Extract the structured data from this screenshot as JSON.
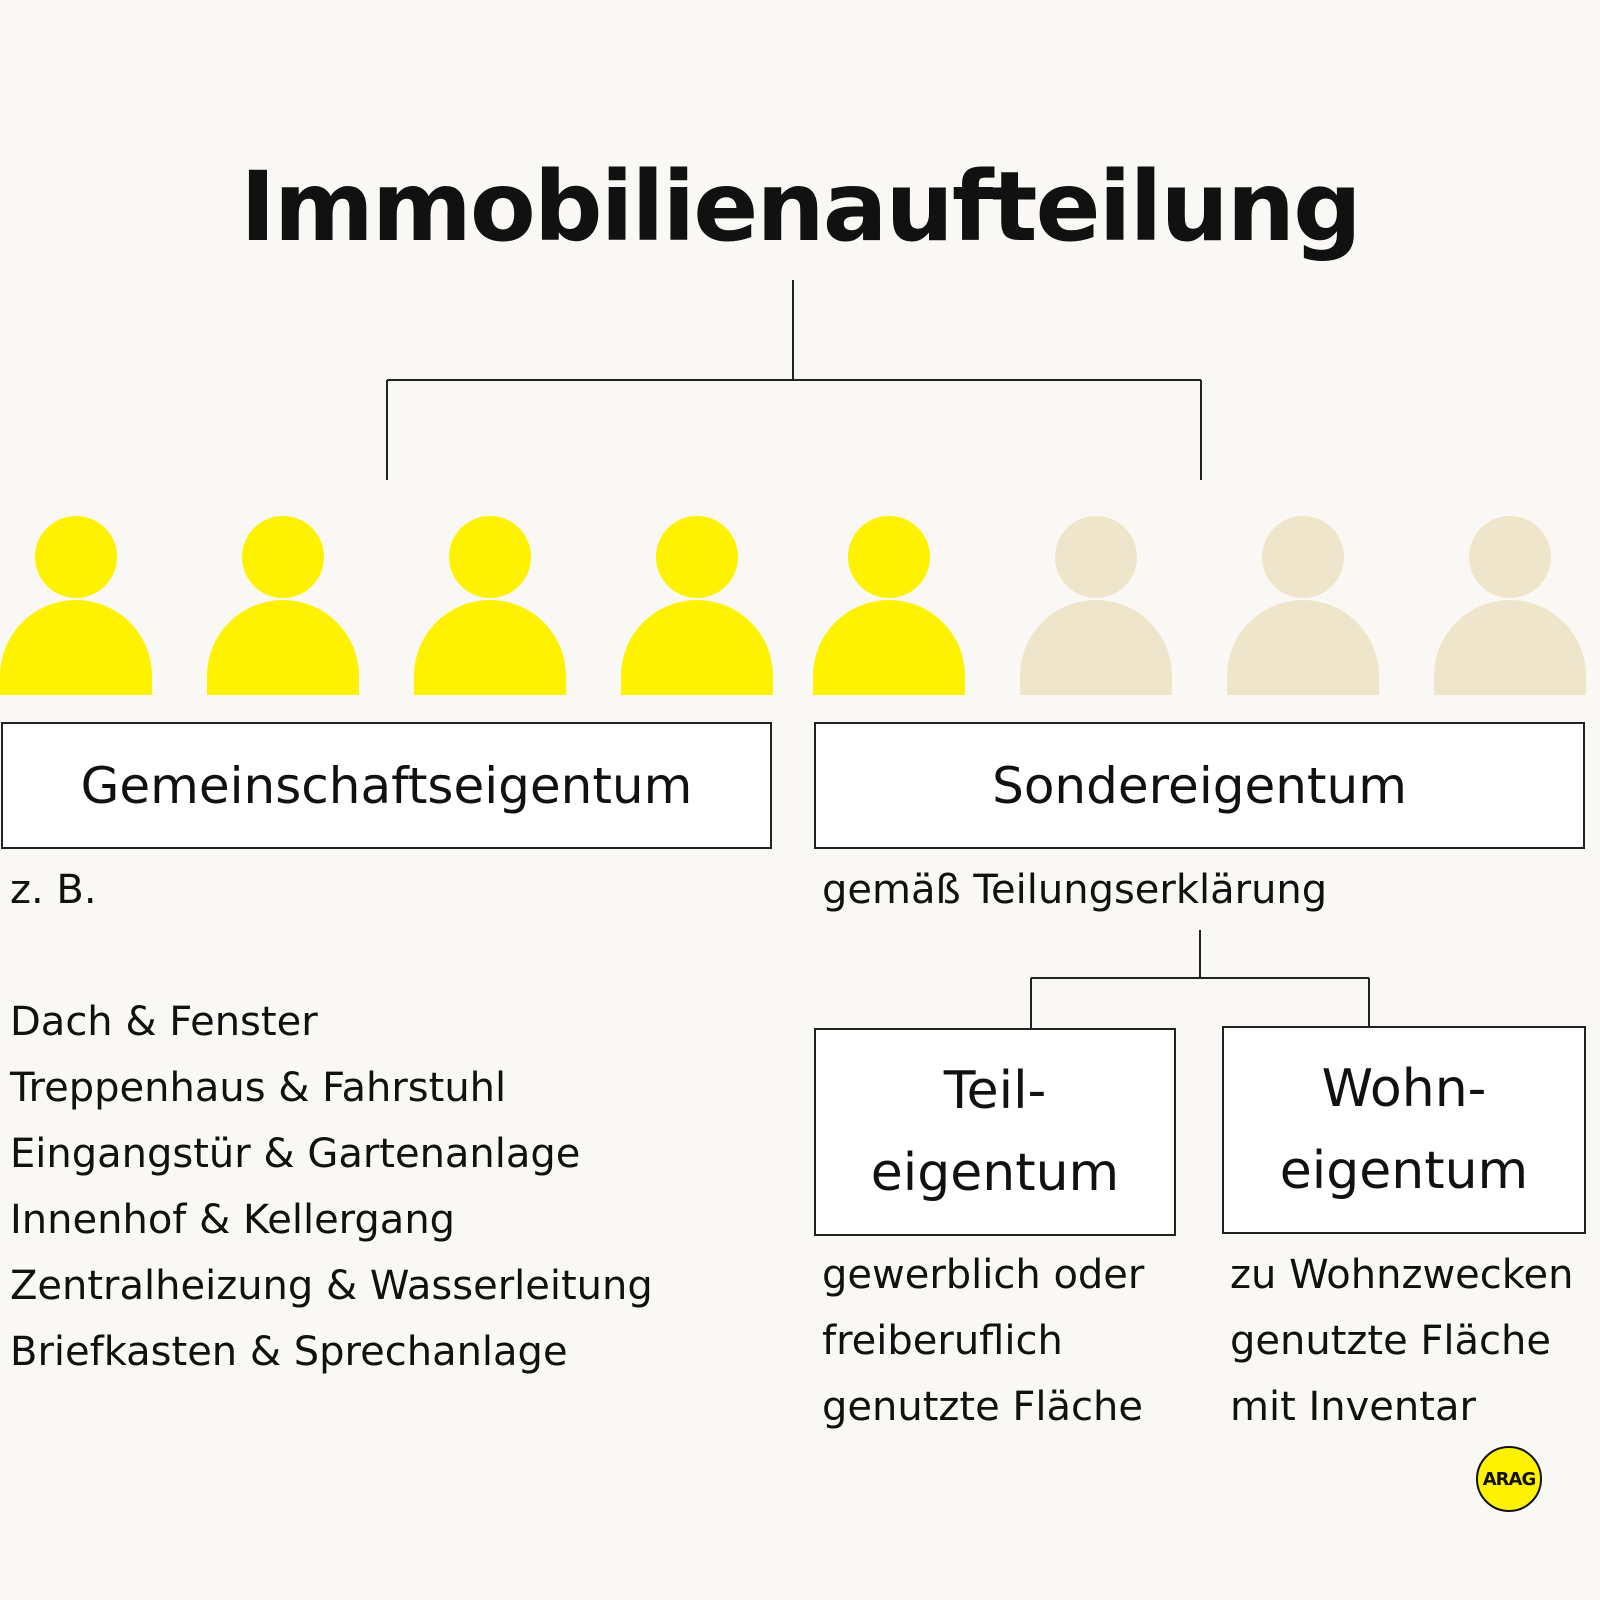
{
  "title": "Immobilienaufteilung",
  "colors": {
    "highlight": "#fff200",
    "muted": "#efe5cb",
    "background": "#faf8f4"
  },
  "people": [
    {
      "icon": "person-icon",
      "highlighted": true
    },
    {
      "icon": "person-icon",
      "highlighted": true
    },
    {
      "icon": "person-icon",
      "highlighted": true
    },
    {
      "icon": "person-icon",
      "highlighted": true
    },
    {
      "icon": "person-icon",
      "highlighted": true
    },
    {
      "icon": "person-icon",
      "highlighted": false
    },
    {
      "icon": "person-icon",
      "highlighted": false
    },
    {
      "icon": "person-icon",
      "highlighted": false
    }
  ],
  "gemeinschaft": {
    "label": "Gemeinschaftseigentum",
    "intro": "z. B.",
    "items": [
      "Dach & Fenster",
      "Treppenhaus & Fahrstuhl",
      "Eingangstür & Gartenanlage",
      "Innenhof & Kellergang",
      "Zentralheizung & Wasserleitung",
      "Briefkasten & Sprechanlage"
    ]
  },
  "sonder": {
    "label": "Sondereigentum",
    "note": "gemäß Teilungserklärung",
    "teil": {
      "label_1": "Teil-",
      "label_2": "eigentum",
      "desc": [
        "gewerblich oder",
        "freiberuflich",
        "genutzte Fläche"
      ]
    },
    "wohn": {
      "label_1": "Wohn-",
      "label_2": "eigentum",
      "desc": [
        "zu Wohnzwecken",
        "genutzte Fläche",
        "mit Inventar"
      ]
    }
  },
  "logo": "ARAG"
}
